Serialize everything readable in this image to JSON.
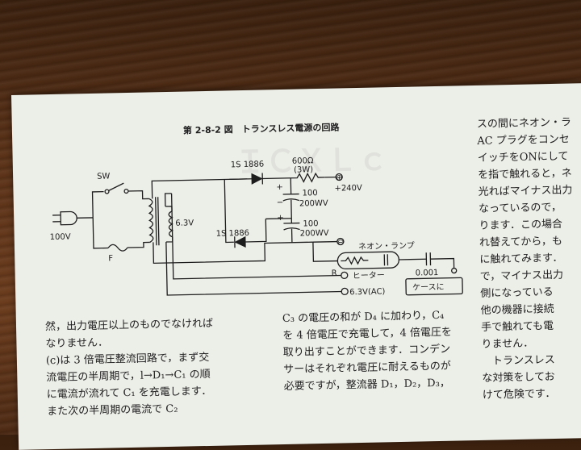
{
  "figure": {
    "title": "第 2-8-2 図　トランスレス電源の回路",
    "labels": {
      "sw": "SW",
      "ac100": "100V",
      "fuse": "F",
      "heater_winding": "6.3V",
      "diode_top": "1S 1886",
      "diode_bottom": "1S 1886",
      "resistor": "600Ω",
      "resistor_watt": "(3W)",
      "cap_top_value": "100",
      "cap_top_voltage": "200WV",
      "cap_bottom_value": "100",
      "cap_bottom_voltage": "200WV",
      "plus_term": "⊕",
      "plus_volt": "+240V",
      "minus_term": "⊖",
      "cap_plus_top": "+",
      "cap_minus_top": "−",
      "cap_plus_bottom": "+",
      "neon": "ネオン・ランプ",
      "r_label": "R",
      "neon_cap": "0.001",
      "heater_out": "ヒーター",
      "heater_out_volt": "6.3V(AC)",
      "case": "ケースに"
    }
  },
  "col1": [
    "然，出力電圧以上のものでなければ",
    "なりません．",
    "(c)は 3 倍電圧整流回路で，まず交",
    "流電圧の半周期で，l→D₁→C₁ の順",
    "に電流が流れて C₁ を充電します．",
    "また次の半周期の電流で C₂"
  ],
  "col2": [
    "C₃ の電圧の和が D₄ に加わり，C₄",
    "を 4 倍電圧で充電して，4 倍電圧を",
    "取り出すことができます．コンデン",
    "サーはそれぞれ電圧に耐えるものが",
    "必要ですが，整流器 D₁，D₂，D₃，"
  ],
  "col3": [
    "スの間にネオン・ラ",
    "AC プラグをコンセ",
    "イッチをONにして",
    "を指で触れると，ネ",
    "光ればマイナス出力",
    "なっているので，",
    "ります．この場合",
    "れ替えてから，も",
    "に触れてみます．",
    "で，マイナス出力",
    "側になっている",
    "他の機器に接続",
    "手で触れても電",
    "りません．",
    "　トランスレス",
    "な対策をしてお",
    "けて危険です．"
  ]
}
